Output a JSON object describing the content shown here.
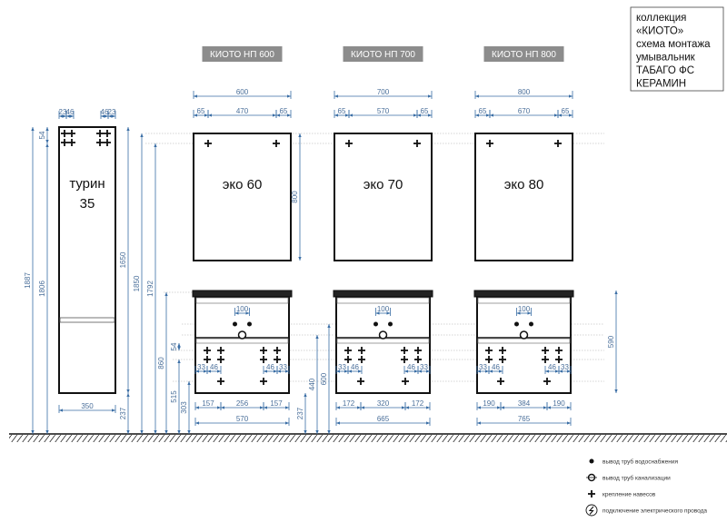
{
  "title_box": {
    "lines": [
      "коллекция",
      "«КИОТО»",
      "схема монтажа",
      "умывальник",
      "ТАБАГО ФС",
      "КЕРАМИН"
    ]
  },
  "tall_cabinet": {
    "name_line1": "турин",
    "name_line2": "35",
    "top_dims": [
      "23",
      "46",
      "46",
      "23"
    ],
    "width": "350",
    "height_dims": {
      "d1887": "1887",
      "d1806": "1806",
      "d54": "54",
      "d1650": "1650",
      "d237": "237",
      "d1850": "1850",
      "d1792": "1792"
    }
  },
  "vanity_heights": {
    "d860": "860",
    "d54": "54",
    "d515": "515",
    "d303": "303",
    "d237": "237",
    "d440": "440",
    "d600": "600",
    "d590": "590"
  },
  "sets": [
    {
      "header": "КИОТО НП 600",
      "mirror_label": "эко 60",
      "mirror_width": "600",
      "mirror_side": "65",
      "mirror_middle": "470",
      "mirror_height": "800",
      "pipe_spacing": "100",
      "mount_a": "33",
      "mount_b": "46",
      "bottom": [
        "157",
        "256",
        "157"
      ],
      "total": "570"
    },
    {
      "header": "КИОТО НП 700",
      "mirror_label": "эко 70",
      "mirror_width": "700",
      "mirror_side": "65",
      "mirror_middle": "570",
      "pipe_spacing": "100",
      "mount_a": "33",
      "mount_b": "46",
      "bottom": [
        "172",
        "320",
        "172"
      ],
      "total": "665"
    },
    {
      "header": "КИОТО НП 800",
      "mirror_label": "эко 80",
      "mirror_width": "800",
      "mirror_side": "65",
      "mirror_middle": "670",
      "pipe_spacing": "100",
      "mount_a": "33",
      "mount_b": "46",
      "bottom": [
        "190",
        "384",
        "190"
      ],
      "total": "765"
    }
  ],
  "legend": [
    {
      "icon": "water-supply-dot-icon",
      "label": "вывод труб водоснабжения"
    },
    {
      "icon": "drain-circle-icon",
      "label": "вывод труб канализации"
    },
    {
      "icon": "mount-cross-icon",
      "label": "крепление навесов"
    },
    {
      "icon": "electric-icon",
      "label": "подключение электрического провода"
    }
  ],
  "colors": {
    "dimension": "#3a6ea5",
    "header_bg": "#8c8c8c",
    "outline": "#111111"
  }
}
